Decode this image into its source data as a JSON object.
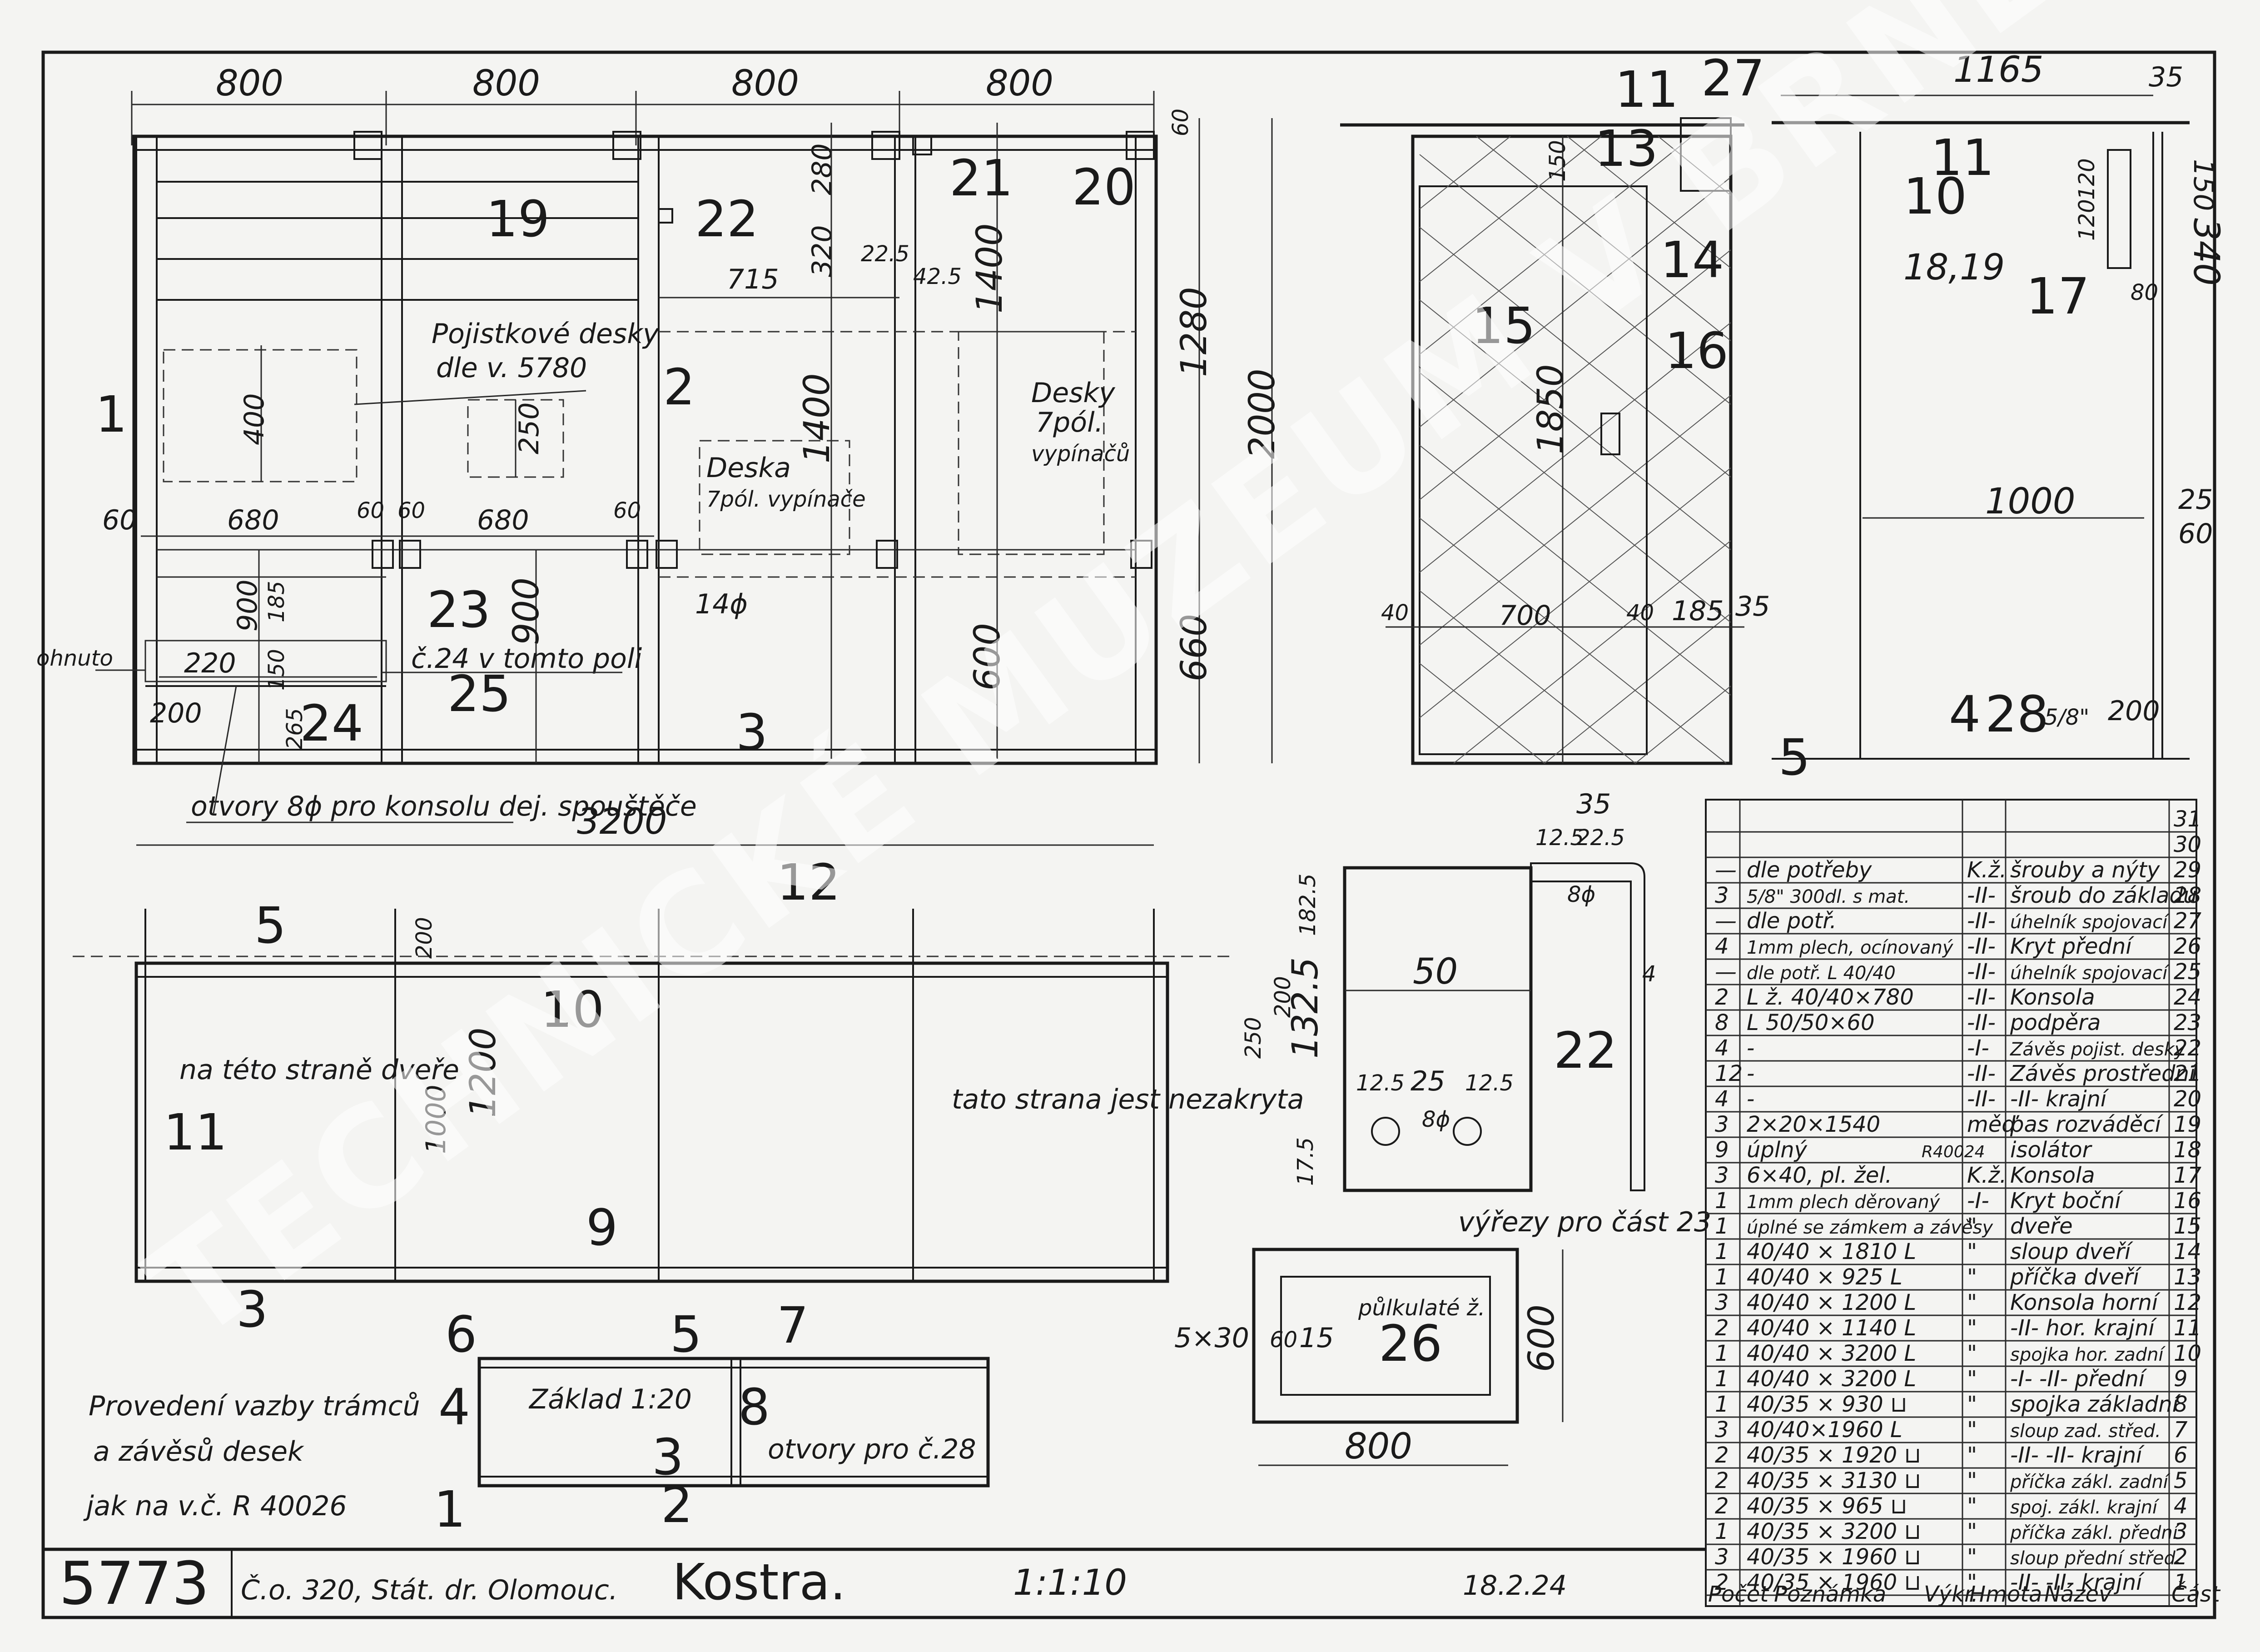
{
  "frame": {
    "top_dims": [
      "800",
      "800",
      "800",
      "800"
    ],
    "right_dims": [
      "60",
      "1280",
      "2000",
      "660"
    ],
    "total_width": "3200",
    "inner_dims": [
      "280",
      "320",
      "22.5",
      "42.5",
      "715",
      "1400",
      "1400",
      "600",
      "400",
      "250",
      "680",
      "680",
      "60",
      "60",
      "60",
      "60",
      "900",
      "185",
      "150",
      "900",
      "220",
      "200",
      "265",
      "14ϕ"
    ],
    "notes": {
      "pojistkove": "Pojistkové desky",
      "pojistkove2": "dle v. 5780",
      "deska": "Deska",
      "deska2": "7pól. vypínače",
      "desky": "Desky",
      "desky2": "7pól.",
      "desky3": "vypínačů",
      "c24": "č.24 v tomto poli",
      "ohnuto": "ohnuto",
      "otvory": "otvory 8ϕ pro konsolu dej. spouštěče"
    },
    "part_labels": [
      "1",
      "2",
      "3",
      "19",
      "20",
      "21",
      "22",
      "23",
      "24",
      "25"
    ]
  },
  "side_view": {
    "dims": [
      "150",
      "1850",
      "40",
      "700",
      "40",
      "185",
      "35"
    ],
    "part_labels": [
      "11",
      "27",
      "13",
      "14",
      "15",
      "16"
    ]
  },
  "end_view": {
    "dims": [
      "1165",
      "35",
      "150",
      "340",
      "120",
      "120",
      "80",
      "1000",
      "25",
      "60",
      "200",
      "5/8\""
    ],
    "part_labels": [
      "10",
      "11",
      "18,19",
      "17",
      "4",
      "28",
      "5"
    ]
  },
  "plan_view": {
    "dims": [
      "200",
      "1000",
      "1200"
    ],
    "notes": {
      "dvere": "na této straně dveře",
      "nekryta": "tato strana jest nezakryta"
    },
    "part_labels": [
      "5",
      "12",
      "10",
      "11",
      "9",
      "3"
    ]
  },
  "detail22": {
    "dims": [
      "35",
      "12.5",
      "22.5",
      "8ϕ",
      "50",
      "4",
      "12.5",
      "25",
      "12.5",
      "8ϕ",
      "132.5",
      "182.5",
      "200",
      "250",
      "17.5"
    ],
    "part_label": "22"
  },
  "detail26": {
    "note": "výřezy pro část 23",
    "note2": "půlkulaté ž.",
    "dims": [
      "5×30",
      "60",
      "15",
      "600",
      "800"
    ],
    "part_label": "26"
  },
  "base": {
    "title": "Základ 1:20",
    "note": "otvory pro č.28",
    "part_labels": [
      "6",
      "5",
      "7",
      "4",
      "8",
      "3",
      "1",
      "2"
    ]
  },
  "remark": [
    "Provedení vazby trámců",
    "a závěsů desek",
    "jak na v.č. R 40026"
  ],
  "parts_table": {
    "headers": [
      "Počet",
      "Poznámka",
      "Výkr.",
      "Hmota",
      "Název",
      "Část"
    ],
    "rows": [
      {
        "count": "",
        "note": "",
        "drawing": "",
        "material": "",
        "name": "",
        "part": "31"
      },
      {
        "count": "",
        "note": "",
        "drawing": "",
        "material": "",
        "name": "",
        "part": "30"
      },
      {
        "count": "—",
        "note": "dle potřeby",
        "drawing": "",
        "material": "K.ž.",
        "name": "šrouby a nýty",
        "part": "29"
      },
      {
        "count": "3",
        "note": "5/8\" 300dl. s mat.",
        "drawing": "",
        "material": "-II-",
        "name": "šroub do základu",
        "part": "28"
      },
      {
        "count": "—",
        "note": "dle potř.",
        "drawing": "",
        "material": "-II-",
        "name": "úhelník spojovací",
        "part": "27"
      },
      {
        "count": "4",
        "note": "1mm plech, ocínovaný",
        "drawing": "",
        "material": "-II-",
        "name": "Kryt přední",
        "part": "26"
      },
      {
        "count": "—",
        "note": "dle potř. L 40/40",
        "drawing": "",
        "material": "-II-",
        "name": "úhelník spojovací",
        "part": "25"
      },
      {
        "count": "2",
        "note": "L ž. 40/40×780",
        "drawing": "",
        "material": "-II-",
        "name": "Konsola",
        "part": "24"
      },
      {
        "count": "8",
        "note": "L 50/50×60",
        "drawing": "",
        "material": "-II-",
        "name": "podpěra",
        "part": "23"
      },
      {
        "count": "4",
        "note": "-",
        "drawing": "",
        "material": "-I-",
        "name": "Závěs pojist. desky",
        "part": "22"
      },
      {
        "count": "12",
        "note": "-",
        "drawing": "",
        "material": "-II-",
        "name": "Závěs prostřední",
        "part": "21"
      },
      {
        "count": "4",
        "note": "-",
        "drawing": "",
        "material": "-II-",
        "name": "-II- krajní",
        "part": "20"
      },
      {
        "count": "3",
        "note": "2×20×1540",
        "drawing": "",
        "material": "měď",
        "name": "pas rozváděcí",
        "part": "19"
      },
      {
        "count": "9",
        "note": "úplný",
        "drawing": "R40024",
        "material": "",
        "name": "isolátor",
        "part": "18"
      },
      {
        "count": "3",
        "note": "6×40, pl. žel.",
        "drawing": "",
        "material": "K.ž.",
        "name": "Konsola",
        "part": "17"
      },
      {
        "count": "1",
        "note": "1mm plech děrovaný",
        "drawing": "",
        "material": "-I-",
        "name": "Kryt boční",
        "part": "16"
      },
      {
        "count": "1",
        "note": "úplné se zámkem a závěsy",
        "drawing": "",
        "material": "\"",
        "name": "dveře",
        "part": "15"
      },
      {
        "count": "1",
        "note": "40/40 × 1810 L",
        "drawing": "",
        "material": "\"",
        "name": "sloup dveří",
        "part": "14"
      },
      {
        "count": "1",
        "note": "40/40 × 925 L",
        "drawing": "",
        "material": "\"",
        "name": "příčka dveří",
        "part": "13"
      },
      {
        "count": "3",
        "note": "40/40 × 1200 L",
        "drawing": "",
        "material": "\"",
        "name": "Konsola horní",
        "part": "12"
      },
      {
        "count": "2",
        "note": "40/40 × 1140 L",
        "drawing": "",
        "material": "\"",
        "name": "-II- hor. krajní",
        "part": "11"
      },
      {
        "count": "1",
        "note": "40/40 × 3200 L",
        "drawing": "",
        "material": "\"",
        "name": "spojka hor. zadní",
        "part": "10"
      },
      {
        "count": "1",
        "note": "40/40 × 3200 L",
        "drawing": "",
        "material": "\"",
        "name": "-I- -II- přední",
        "part": "9"
      },
      {
        "count": "1",
        "note": "40/35 × 930 ⊔",
        "drawing": "",
        "material": "\"",
        "name": "spojka základní",
        "part": "8"
      },
      {
        "count": "3",
        "note": "40/40×1960 L",
        "drawing": "",
        "material": "\"",
        "name": "sloup zad. střed.",
        "part": "7"
      },
      {
        "count": "2",
        "note": "40/35 × 1920 ⊔",
        "drawing": "",
        "material": "\"",
        "name": "-II- -II- krajní",
        "part": "6"
      },
      {
        "count": "2",
        "note": "40/35 × 3130 ⊔",
        "drawing": "",
        "material": "\"",
        "name": "příčka zákl. zadní",
        "part": "5"
      },
      {
        "count": "2",
        "note": "40/35 × 965 ⊔",
        "drawing": "",
        "material": "\"",
        "name": "spoj. zákl. krajní",
        "part": "4"
      },
      {
        "count": "1",
        "note": "40/35 × 3200 ⊔",
        "drawing": "",
        "material": "\"",
        "name": "příčka zákl. přední",
        "part": "3"
      },
      {
        "count": "3",
        "note": "40/35 × 1960 ⊔",
        "drawing": "",
        "material": "\"",
        "name": "sloup přední střed.",
        "part": "2"
      },
      {
        "count": "2",
        "note": "40/35 × 1960 ⊔",
        "drawing": "",
        "material": "\"",
        "name": "-II- -II- krajní",
        "part": "1"
      }
    ]
  },
  "title_block": {
    "number": "5773",
    "order": "Č.o. 320, Stát. dr. Olomouc.",
    "title": "Kostra.",
    "scale": "1:1:10",
    "date": "18.2.24"
  },
  "watermark": "TECHNICKÉ MUZEUM V BRNĚ"
}
